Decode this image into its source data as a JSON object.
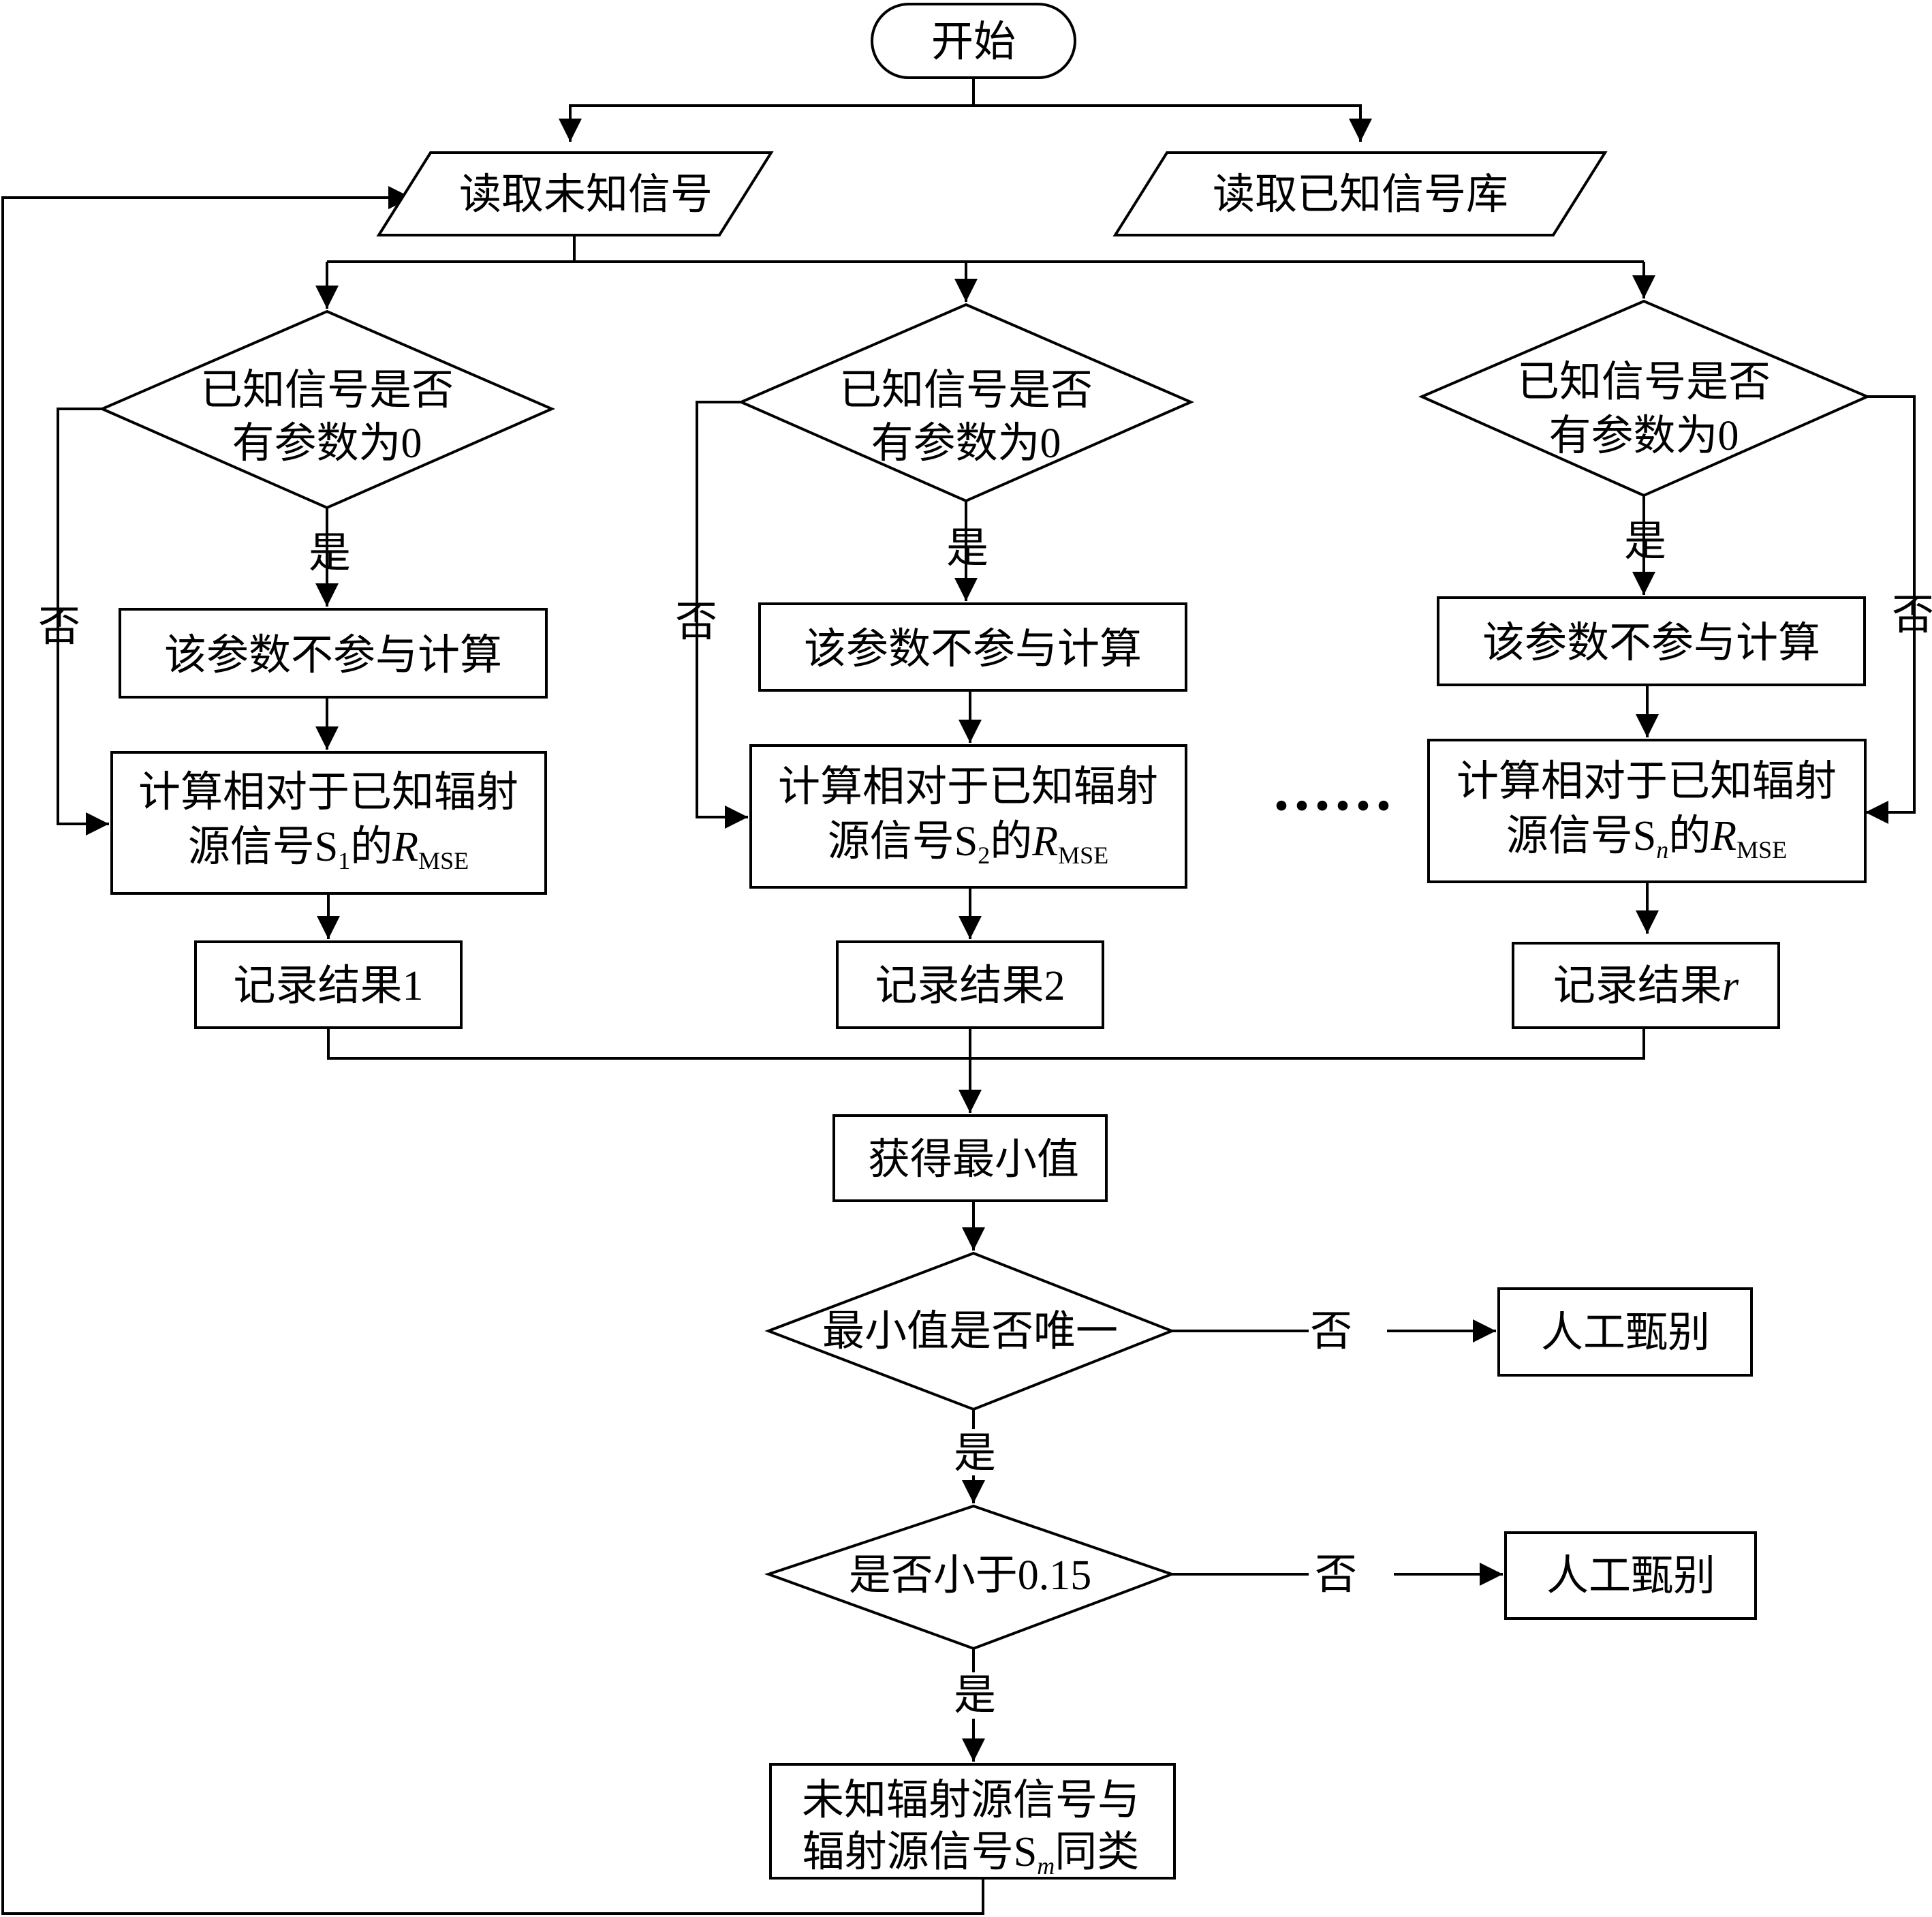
{
  "flowchart": {
    "start": "开始",
    "read_unknown": "读取未知信号",
    "read_known_lib": "读取已知信号库",
    "branches": [
      {
        "decision_line1": "已知信号是否",
        "decision_line2": "有参数为0",
        "yes": "是",
        "no": "否",
        "exclude": "该参数不参与计算",
        "calc_line1": "计算相对于已知辐射",
        "calc_line2_prefix": "源信号S",
        "calc_sub": "1",
        "calc_mid": "的",
        "calc_R": "R",
        "calc_Rsub": "MSE",
        "record_text": "记录结果",
        "record_index": "1"
      },
      {
        "decision_line1": "已知信号是否",
        "decision_line2": "有参数为0",
        "yes": "是",
        "no": "否",
        "exclude": "该参数不参与计算",
        "calc_line1": "计算相对于已知辐射",
        "calc_line2_prefix": "源信号S",
        "calc_sub": "2",
        "calc_mid": "的",
        "calc_R": "R",
        "calc_Rsub": "MSE",
        "record_text": "记录结果",
        "record_index": "2"
      },
      {
        "decision_line1": "已知信号是否",
        "decision_line2": "有参数为0",
        "yes": "是",
        "no": "否",
        "exclude": "该参数不参与计算",
        "calc_line1": "计算相对于已知辐射",
        "calc_line2_prefix": "源信号S",
        "calc_sub": "n",
        "calc_mid": "的",
        "calc_R": "R",
        "calc_Rsub": "MSE",
        "record_text": "记录结果",
        "record_index": "r"
      }
    ],
    "ellipsis": "······",
    "get_min": "获得最小值",
    "unique_question": "最小值是否唯一",
    "unique_no": "否",
    "unique_yes": "是",
    "manual1": "人工甄别",
    "threshold_question": "是否小于0.15",
    "threshold_no": "否",
    "threshold_yes": "是",
    "manual2": "人工甄别",
    "result_line1": "未知辐射源信号与",
    "result_line2_prefix": "辐射源信号S",
    "result_sub": "m",
    "result_suffix": "同类"
  }
}
